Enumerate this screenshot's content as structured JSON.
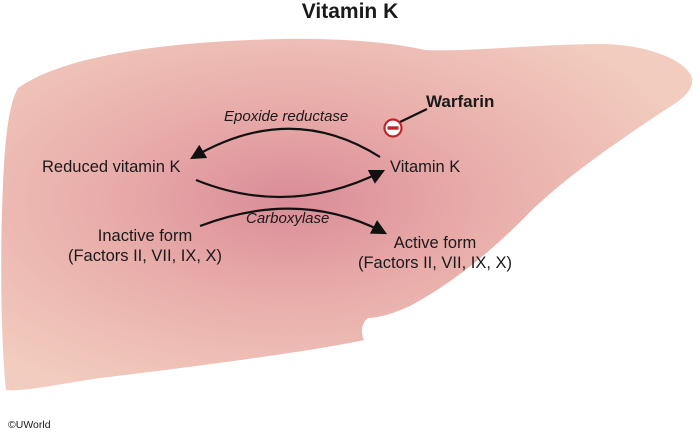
{
  "diagram": {
    "title": "Vitamin K",
    "nodes": {
      "reduced_vitamin_k": "Reduced vitamin K",
      "vitamin_k": "Vitamin K",
      "inactive_form_line1": "Inactive form",
      "inactive_form_line2": "(Factors II, VII, IX, X)",
      "active_form_line1": "Active form",
      "active_form_line2": "(Factors II, VII, IX, X)"
    },
    "enzymes": {
      "epoxide_reductase": "Epoxide reductase",
      "carboxylase": "Carboxylase"
    },
    "inhibitor": {
      "label": "Warfarin",
      "symbol": "inhibition-minus-icon"
    },
    "organ": "liver-silhouette",
    "colors": {
      "liver_edge": "#f2cdbf",
      "liver_mid": "#e9adaa",
      "liver_center": "#da8c98",
      "inhibit_red": "#c0242c"
    },
    "copyright": "©UWorld"
  }
}
